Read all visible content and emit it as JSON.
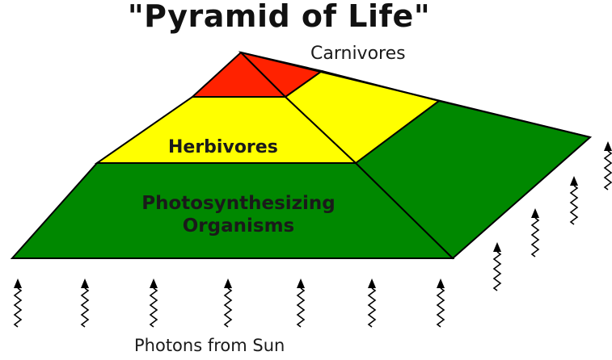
{
  "diagram": {
    "title": "\"Pyramid of Life\"",
    "levels": {
      "carnivores": "Carnivores",
      "herbivores": "Herbivores",
      "producers_line1": "Photosynthesizing",
      "producers_line2": "Organisms"
    },
    "caption": "Photons from Sun"
  },
  "colors": {
    "carnivores": "#ff2200",
    "herbivores": "#ffff00",
    "producers": "#008800",
    "outline": "#000000",
    "arrow": "#000000"
  },
  "icons": {
    "photon": "photon-arrow-icon"
  }
}
